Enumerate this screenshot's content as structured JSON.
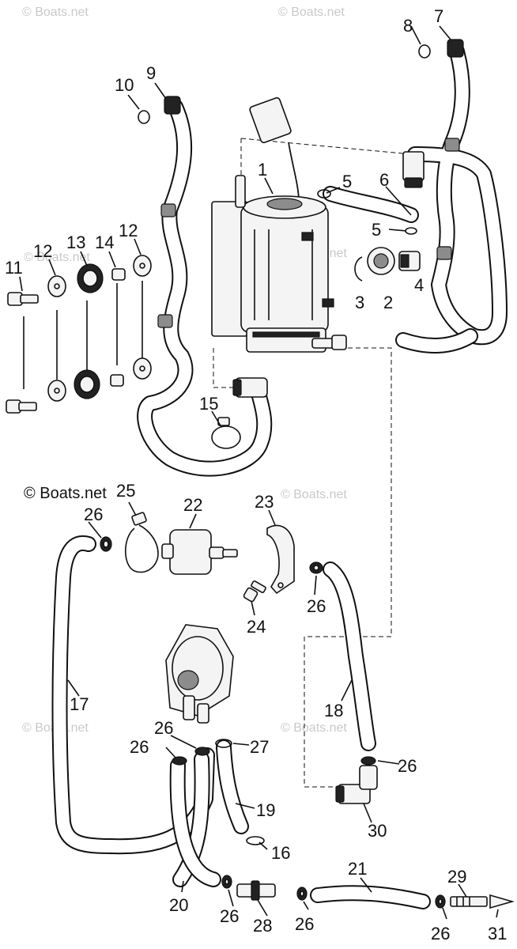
{
  "watermarks": {
    "repeat": "© Boats.net",
    "main": "© Boats.net"
  },
  "callouts": {
    "c1": "1",
    "c2": "2",
    "c3": "3",
    "c4": "4",
    "c5a": "5",
    "c5b": "5",
    "c6": "6",
    "c7": "7",
    "c8": "8",
    "c9": "9",
    "c10": "10",
    "c11": "11",
    "c12a": "12",
    "c12b": "12",
    "c13": "13",
    "c14": "14",
    "c15": "15",
    "c16": "16",
    "c17": "17",
    "c18": "18",
    "c19": "19",
    "c20": "20",
    "c21": "21",
    "c22": "22",
    "c23": "23",
    "c24": "24",
    "c25": "25",
    "c26a": "26",
    "c26b": "26",
    "c26c": "26",
    "c26d": "26",
    "c26e": "26",
    "c26f": "26",
    "c26g": "26",
    "c26h": "26",
    "c27": "27",
    "c28": "28",
    "c29": "29",
    "c30": "30",
    "c31": "31"
  }
}
